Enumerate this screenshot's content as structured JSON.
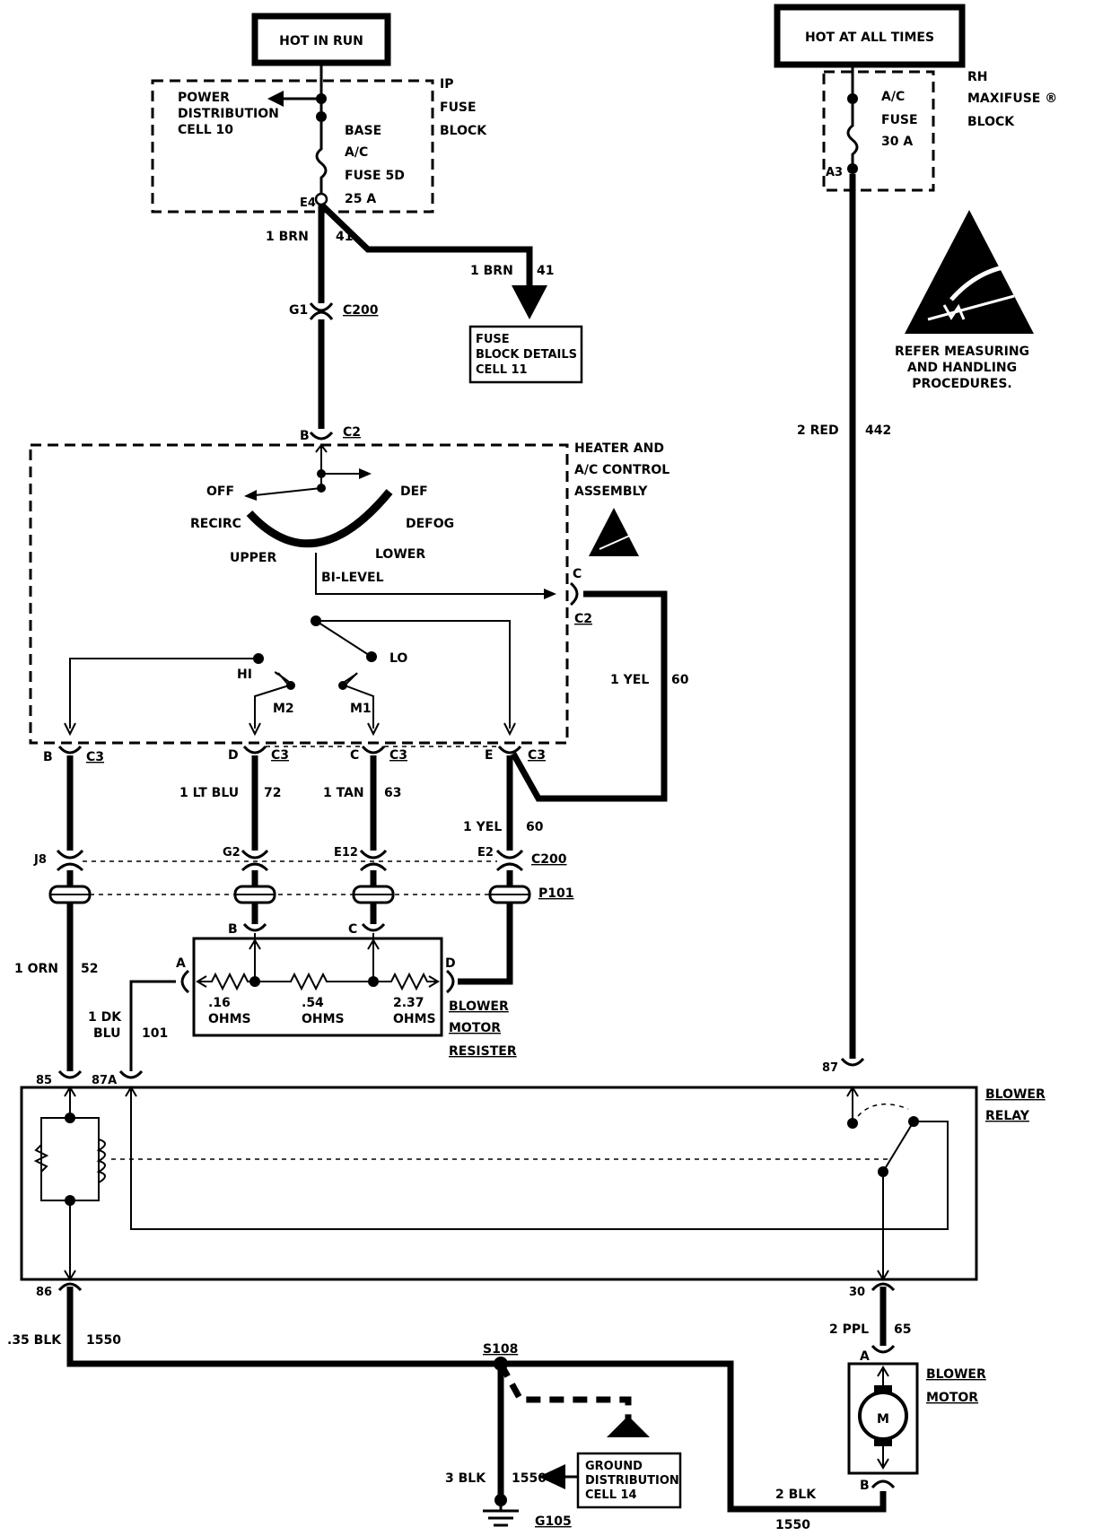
{
  "power_sources": {
    "hot_in_run": "HOT IN RUN",
    "hot_at_all_times": "HOT AT ALL TIMES"
  },
  "ip_fuse_block": {
    "title_1": "IP",
    "title_2": "FUSE",
    "title_3": "BLOCK",
    "power_dist_1": "POWER",
    "power_dist_2": "DISTRIBUTION",
    "power_dist_3": "CELL 10",
    "fuse_1": "BASE",
    "fuse_2": "A/C",
    "fuse_3": "FUSE 5D",
    "fuse_4": "25 A",
    "pin": "E4"
  },
  "maxifuse_block": {
    "title_1": "RH",
    "title_2": "MAXIFUSE ®",
    "title_3": "BLOCK",
    "fuse_1": "A/C",
    "fuse_2": "FUSE",
    "fuse_3": "30 A",
    "pin": "A3"
  },
  "fuse_details": {
    "line_1": "FUSE",
    "line_2": "BLOCK DETAILS",
    "line_3": "CELL 11"
  },
  "esd_note": {
    "line_1": "REFER MEASURING",
    "line_2": "AND HANDLING",
    "line_3": "PROCEDURES."
  },
  "wires": {
    "brn_1": "1 BRN",
    "brn_1_circ": "41",
    "brn_2": "1 BRN",
    "brn_2_circ": "41",
    "red": "2 RED",
    "red_circ": "442",
    "yel_1": "1 YEL",
    "yel_1_circ": "60",
    "ltblu": "1 LT BLU",
    "ltblu_circ": "72",
    "tan": "1 TAN",
    "tan_circ": "63",
    "yel_2": "1 YEL",
    "yel_2_circ": "60",
    "orn": "1 ORN",
    "orn_circ": "52",
    "dkblu_1": "1 DK",
    "dkblu_2": "BLU",
    "dkblu_circ": "101",
    "ppl": "2 PPL",
    "ppl_circ": "65",
    "blk_35": ".35 BLK",
    "blk_35_circ": "1550",
    "blk_3": "3 BLK",
    "blk_3_circ": "1550",
    "blk_2": "2 BLK",
    "blk_2_circ": "1550"
  },
  "connectors": {
    "g1": "G1",
    "c200": "C200",
    "b": "B",
    "c2": "C2",
    "c": "C",
    "c2b": "C2",
    "b3": "B",
    "d3": "D",
    "c3l": "C",
    "e3": "E",
    "c3": "C3",
    "j8": "J8",
    "g2": "G2",
    "e12": "E12",
    "e2": "E2",
    "c200b": "C200",
    "p101": "P101",
    "rb": "B",
    "rc": "C",
    "ra": "A",
    "rd": "D",
    "p85": "85",
    "p87a": "87A",
    "p87": "87",
    "p86": "86",
    "p30": "30",
    "ma": "A",
    "mb": "B"
  },
  "control_assembly": {
    "title_1": "HEATER AND",
    "title_2": "A/C CONTROL",
    "title_3": "ASSEMBLY",
    "off": "OFF",
    "def": "DEF",
    "recirc": "RECIRC",
    "defog": "DEFOG",
    "upper": "UPPER",
    "lower": "LOWER",
    "bilevel": "BI-LEVEL",
    "hi": "HI",
    "lo": "LO",
    "m2": "M2",
    "m1": "M1"
  },
  "resistor": {
    "r1": ".16",
    "r2": ".54",
    "r3": "2.37",
    "unit": "OHMS",
    "title_1": "BLOWER",
    "title_2": "MOTOR",
    "title_3": "RESISTER"
  },
  "relay": {
    "title_1": "BLOWER",
    "title_2": "RELAY"
  },
  "motor": {
    "title_1": "BLOWER",
    "title_2": "MOTOR",
    "symbol": "M"
  },
  "ground": {
    "splice": "S108",
    "dist_1": "GROUND",
    "dist_2": "DISTRIBUTION",
    "dist_3": "CELL 14",
    "ground_pt": "G105"
  }
}
